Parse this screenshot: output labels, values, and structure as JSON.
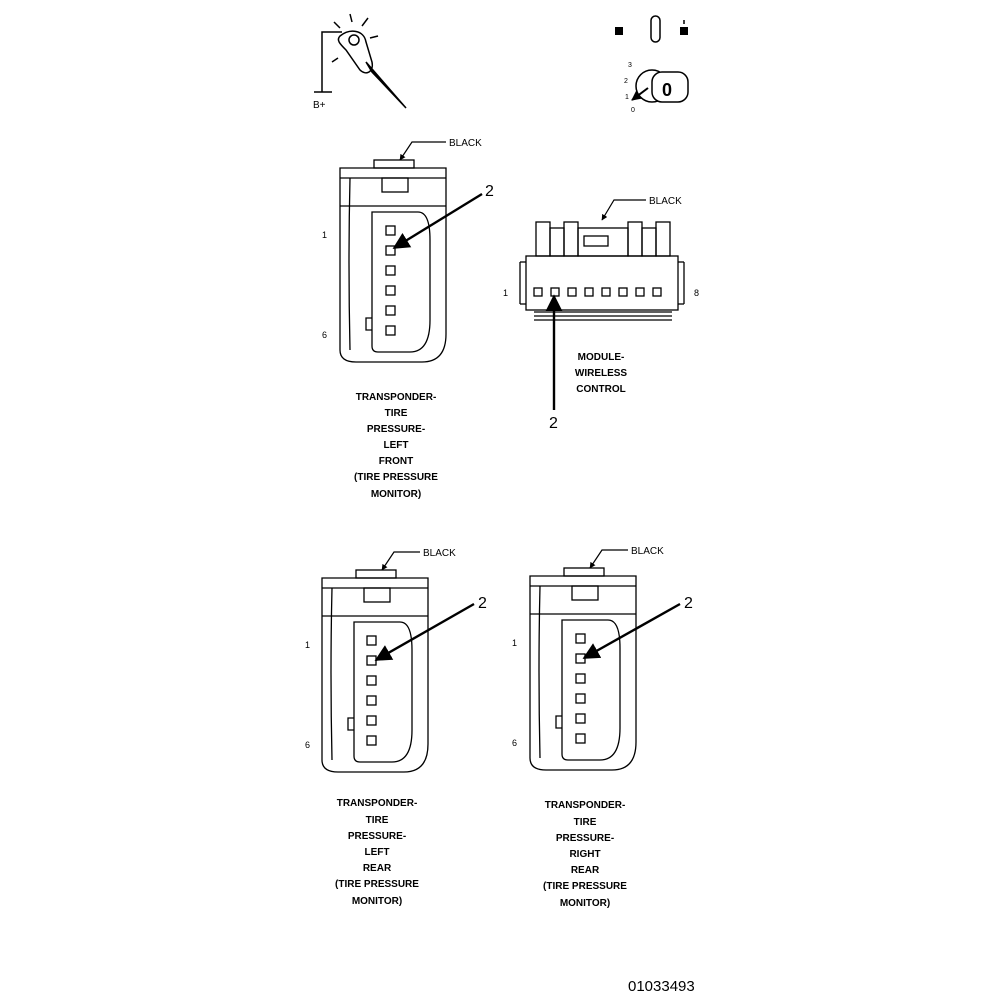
{
  "symbols": {
    "test_light_label": "B+",
    "ignition_positions": [
      "3",
      "2",
      "1",
      "0"
    ],
    "ignition_key_label": "0"
  },
  "connectors": {
    "left_front": {
      "color_label": "BLACK",
      "pin_first": "1",
      "pin_last": "6",
      "callout": "2",
      "caption": [
        "TRANSPONDER-",
        "TIRE",
        "PRESSURE-",
        "LEFT",
        "FRONT",
        "(TIRE PRESSURE",
        "MONITOR)"
      ]
    },
    "module": {
      "color_label": "BLACK",
      "pin_first": "1",
      "pin_last": "8",
      "callout": "2",
      "caption": [
        "MODULE-",
        "WIRELESS",
        "CONTROL"
      ]
    },
    "left_rear": {
      "color_label": "BLACK",
      "pin_first": "1",
      "pin_last": "6",
      "callout": "2",
      "caption": [
        "TRANSPONDER-",
        "TIRE",
        "PRESSURE-",
        "LEFT",
        "REAR",
        "(TIRE PRESSURE",
        "MONITOR)"
      ]
    },
    "right_rear": {
      "color_label": "BLACK",
      "pin_first": "1",
      "pin_last": "6",
      "callout": "2",
      "caption": [
        "TRANSPONDER-",
        "TIRE",
        "PRESSURE-",
        "RIGHT",
        "REAR",
        "(TIRE PRESSURE",
        "MONITOR)"
      ]
    }
  },
  "figure_number": "01033493",
  "icons": [
    "test-light-icon",
    "ignition-switch-icon",
    "arrow-icon"
  ]
}
